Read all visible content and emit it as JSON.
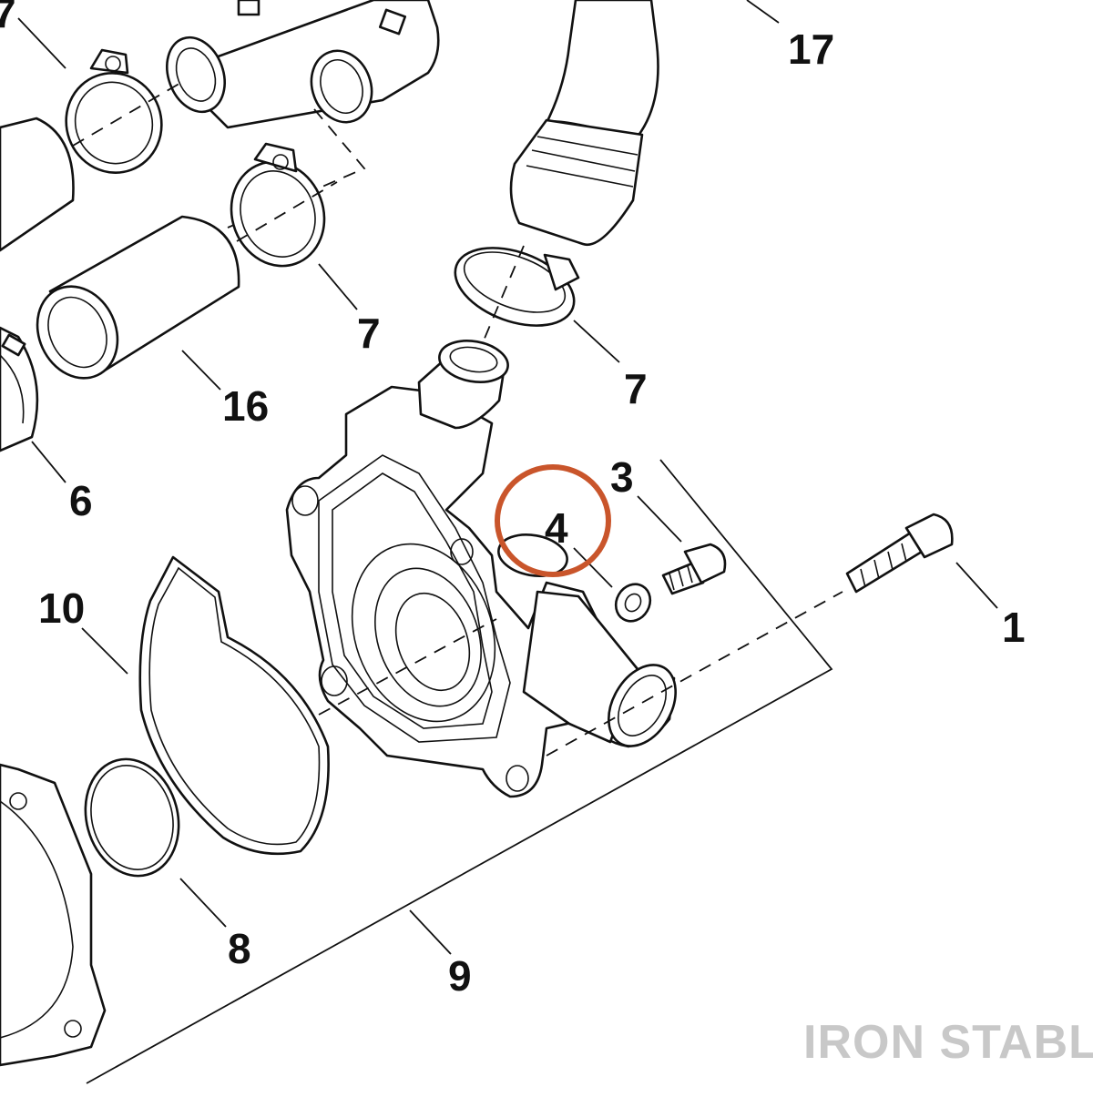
{
  "diagram": {
    "callouts": [
      {
        "id": "c17",
        "label": "17"
      },
      {
        "id": "c7a",
        "label": "7"
      },
      {
        "id": "c7b",
        "label": "7"
      },
      {
        "id": "c7c",
        "label": "7"
      },
      {
        "id": "c16",
        "label": "16"
      },
      {
        "id": "c6",
        "label": "6"
      },
      {
        "id": "c3",
        "label": "3"
      },
      {
        "id": "c4",
        "label": "4"
      },
      {
        "id": "c1",
        "label": "1"
      },
      {
        "id": "c10",
        "label": "10"
      },
      {
        "id": "c8",
        "label": "8"
      },
      {
        "id": "c9",
        "label": "9"
      }
    ],
    "highlighted_callout": "4",
    "highlight_color": "#c9552b",
    "line_color": "#111111",
    "watermark": {
      "text": "IRON STABLE",
      "color": "#c8c8c8"
    }
  }
}
